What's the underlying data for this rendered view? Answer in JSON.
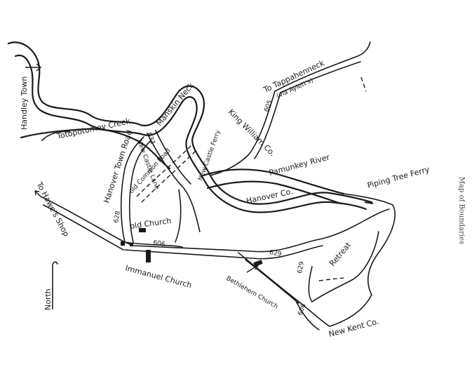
{
  "caption": "Map of Boundaries",
  "labels": {
    "handley_town": "Handley Town",
    "totopotomoy_creek": "Totopotomoy Creek",
    "manskin_neck": "Manskin Neck",
    "to_tappahannock": "To Tappahenneck",
    "via_ayletts": "(via Aylett's)",
    "road_605": "605",
    "king_william": "King William Co.",
    "new_castle_lane": "New Castle Lane",
    "road_633": "633",
    "hanovertown_road": "Hanover Town Road",
    "old_common_road": "old Common Road",
    "new_castle_ferry": "New Castle Ferry",
    "pamunkey_river": "Pamunkey River",
    "piping_tree_ferry": "Piping Tree Ferry",
    "hanover_co": "Hanover Co.",
    "to_hawes_shop": "To Hawe's Shop",
    "road_628": "628",
    "old_church": "old Church",
    "road_606_a": "606",
    "immanuel_church": "Immanuel Church",
    "road_629_a": "629",
    "road_629_b": "629",
    "retreat": "Retreat",
    "bethlehem_church": "Bethlehem Church",
    "road_606_b": "606",
    "new_kent_co": "New Kent Co.",
    "north": "North"
  },
  "colors": {
    "ink": "#1a1a1a",
    "paper": "#ffffff"
  }
}
